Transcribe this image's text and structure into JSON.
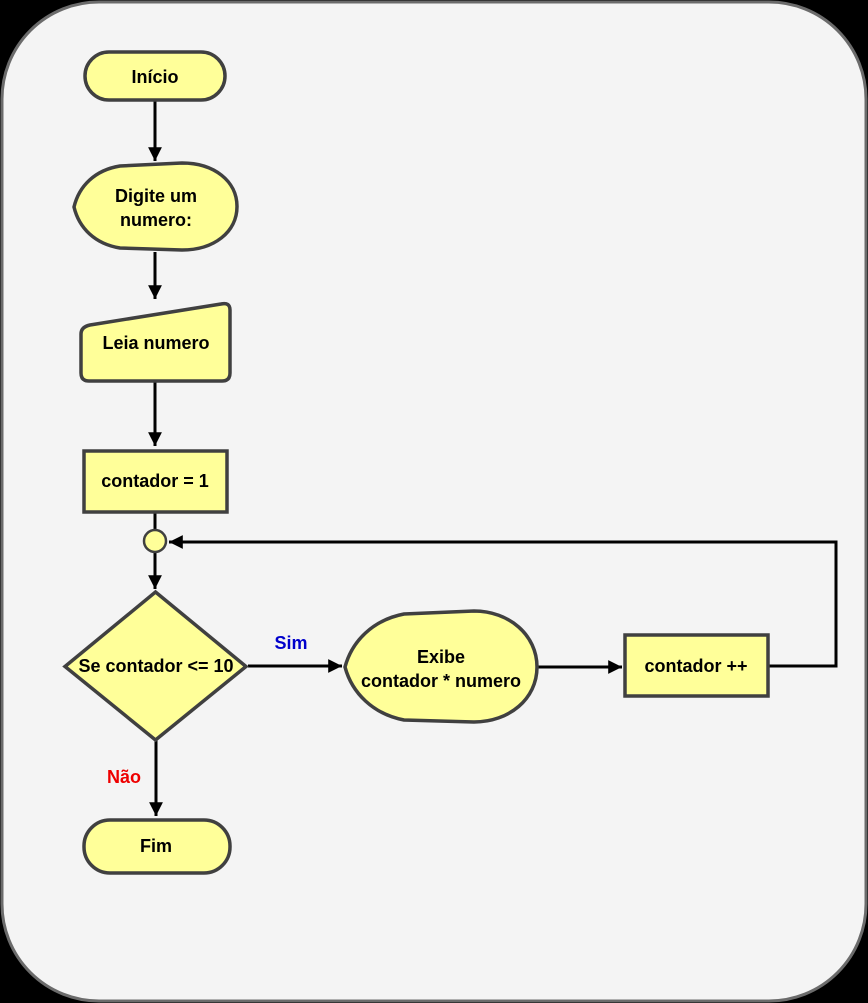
{
  "colors": {
    "outer_background": "#000000",
    "page_background": "#F4F4F4",
    "page_border": "#6B6B6B",
    "node_fill": "#FFFF99",
    "node_stroke": "#404040",
    "connector": "#000000",
    "text": "#000000",
    "yes_label": "#0000CC",
    "no_label": "#EE0000"
  },
  "nodes": {
    "start": {
      "type": "terminator",
      "label": "Início"
    },
    "prompt": {
      "type": "display",
      "line1": "Digite um",
      "line2": "numero:"
    },
    "read": {
      "type": "manual-input",
      "label": "Leia numero"
    },
    "init": {
      "type": "process",
      "label": "contador = 1"
    },
    "decision": {
      "type": "decision",
      "label": "Se contador <= 10"
    },
    "show": {
      "type": "display",
      "line1": "Exibe",
      "line2": "contador * numero"
    },
    "increment": {
      "type": "process",
      "label": "contador ++"
    },
    "end": {
      "type": "terminator",
      "label": "Fim"
    }
  },
  "edge_labels": {
    "yes": "Sim",
    "no": "Não"
  }
}
